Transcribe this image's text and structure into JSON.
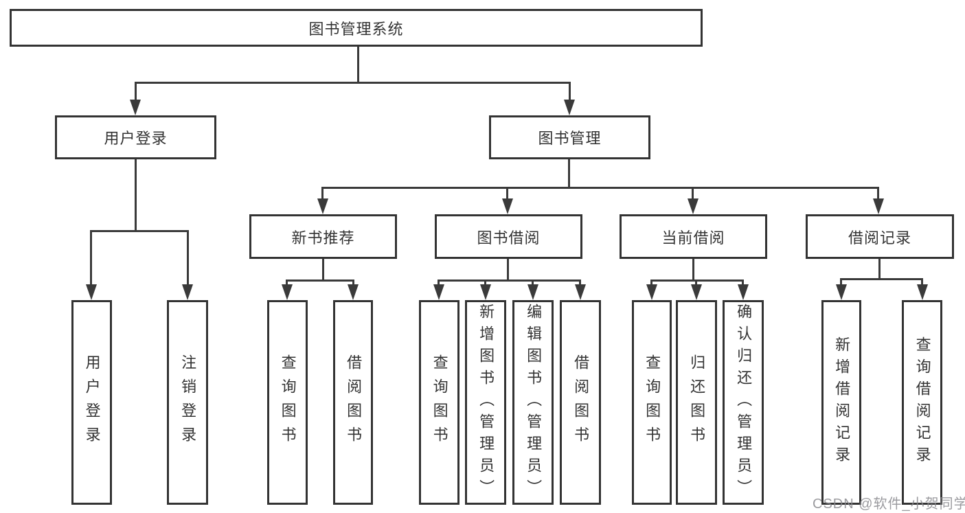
{
  "diagram": {
    "root": {
      "label": "图书管理系统"
    },
    "branches": [
      {
        "label": "用户登录",
        "children": [
          "用户登录",
          "注销登录"
        ]
      },
      {
        "label": "图书管理",
        "children": [
          {
            "label": "新书推荐",
            "children": [
              "查询图书",
              "借阅图书"
            ]
          },
          {
            "label": "图书借阅",
            "children": [
              "查询图书",
              "新增图书（管理员）",
              "编辑图书（管理员）",
              "借阅图书"
            ]
          },
          {
            "label": "当前借阅",
            "children": [
              "查询图书",
              "归还图书",
              "确认归还（管理员）"
            ]
          },
          {
            "label": "借阅记录",
            "children": [
              "新增借阅记录",
              "查询借阅记录"
            ]
          }
        ]
      }
    ]
  },
  "watermark": {
    "text": "CSDN @软件_小贺同学"
  },
  "colors": {
    "background": "#ffffff",
    "box_border": "#333333",
    "connector_line": "#3a3a3a",
    "text": "#333333",
    "watermark_text": "#8a8a8e"
  }
}
